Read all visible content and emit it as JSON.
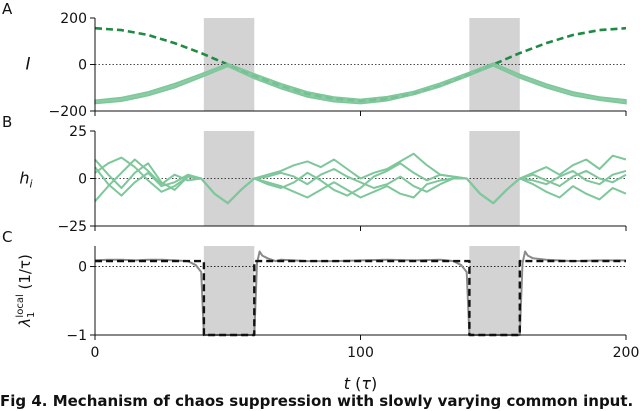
{
  "figure": {
    "caption": "Fig 4. Mechanism of chaos suppression with slowly varying common input."
  },
  "colors": {
    "common_input": "#1e8a44",
    "neurons": "#7ec79b",
    "shade": "#d3d3d3",
    "lyap_local": "#8a8a8a",
    "lyap_theory": "#111111"
  },
  "chart_data": [
    {
      "panel": "A",
      "type": "line",
      "ylabel": "I",
      "ylim": [
        -200,
        200
      ],
      "yticks": [
        -200,
        0,
        200
      ],
      "xlim": [
        0,
        200
      ],
      "zero_line": true,
      "shaded_intervals": [
        [
          41,
          60
        ],
        [
          141,
          160
        ]
      ],
      "series": [
        {
          "role": "common-input",
          "style": "dashed",
          "x": [
            0,
            10,
            20,
            30,
            40,
            50,
            60,
            70,
            80,
            90,
            100,
            110,
            120,
            130,
            140,
            150,
            160,
            170,
            180,
            190,
            200
          ],
          "y": [
            156,
            148,
            127,
            92,
            49,
            0,
            -49,
            -92,
            -127,
            -148,
            -156,
            -148,
            -127,
            -92,
            -49,
            0,
            49,
            92,
            127,
            148,
            156
          ]
        },
        {
          "role": "neuron-inputs",
          "style": "band",
          "x": [
            0,
            10,
            20,
            30,
            40,
            50,
            60,
            70,
            80,
            90,
            100,
            110,
            120,
            130,
            140,
            150,
            160,
            170,
            180,
            190,
            200
          ],
          "y_low": [
            -168,
            -158,
            -134,
            -100,
            -55,
            -8,
            -60,
            -104,
            -140,
            -160,
            -168,
            -156,
            -130,
            -96,
            -52,
            -6,
            -58,
            -100,
            -134,
            -154,
            -168
          ],
          "y_high": [
            -154,
            -142,
            -118,
            -82,
            -40,
            4,
            -40,
            -82,
            -118,
            -140,
            -150,
            -138,
            -116,
            -80,
            -38,
            6,
            -42,
            -84,
            -118,
            -140,
            -152
          ]
        }
      ]
    },
    {
      "panel": "B",
      "type": "line",
      "ylabel": "h_i",
      "ylim": [
        -25,
        25
      ],
      "yticks": [
        -25,
        0,
        25
      ],
      "xlim": [
        0,
        200
      ],
      "zero_line": true,
      "shaded_intervals": [
        [
          41,
          60
        ],
        [
          141,
          160
        ]
      ],
      "series": [
        {
          "x": [
            0,
            5,
            10,
            15,
            20,
            25,
            30,
            35,
            40,
            45,
            50,
            55,
            60,
            65,
            70,
            75,
            80,
            85,
            90,
            95,
            100,
            105,
            110,
            115,
            120,
            125,
            130,
            135,
            140,
            145,
            150,
            155,
            160,
            165,
            170,
            175,
            180,
            185,
            190,
            195,
            200
          ],
          "y": [
            10,
            2,
            -5,
            3,
            8,
            -2,
            -6,
            1,
            0,
            -8,
            -13,
            -6,
            0,
            2,
            4,
            7,
            9,
            6,
            10,
            5,
            0,
            3,
            5,
            9,
            13,
            7,
            2,
            1,
            0,
            -8,
            -13,
            -6,
            0,
            -1,
            -3,
            1,
            4,
            -1,
            -3,
            2,
            4
          ]
        },
        {
          "x": [
            0,
            5,
            10,
            15,
            20,
            25,
            30,
            35,
            40,
            45,
            50,
            55,
            60,
            65,
            70,
            75,
            80,
            85,
            90,
            95,
            100,
            105,
            110,
            115,
            120,
            125,
            130,
            135,
            140,
            145,
            150,
            155,
            160,
            165,
            170,
            175,
            180,
            185,
            190,
            195,
            200
          ],
          "y": [
            -12,
            -4,
            3,
            10,
            4,
            -3,
            2,
            -1,
            0,
            -8,
            -13,
            -6,
            0,
            -3,
            -5,
            -2,
            3,
            -1,
            -6,
            -9,
            -5,
            1,
            4,
            8,
            3,
            -1,
            2,
            1,
            0,
            -8,
            -13,
            -6,
            0,
            3,
            6,
            2,
            7,
            10,
            5,
            12,
            10
          ]
        },
        {
          "x": [
            0,
            5,
            10,
            15,
            20,
            25,
            30,
            35,
            40,
            45,
            50,
            55,
            60,
            65,
            70,
            75,
            80,
            85,
            90,
            95,
            100,
            105,
            110,
            115,
            120,
            125,
            130,
            135,
            140,
            145,
            150,
            155,
            160,
            165,
            170,
            175,
            180,
            185,
            190,
            195,
            200
          ],
          "y": [
            3,
            8,
            11,
            6,
            -1,
            -7,
            -4,
            1,
            0,
            -8,
            -13,
            -6,
            0,
            -2,
            -4,
            -7,
            -10,
            -6,
            -2,
            -6,
            -10,
            -7,
            -4,
            -8,
            -10,
            -3,
            -1,
            0,
            0,
            -8,
            -13,
            -6,
            0,
            -3,
            -7,
            -10,
            -4,
            -8,
            -11,
            -5,
            -8
          ]
        },
        {
          "x": [
            0,
            5,
            10,
            15,
            20,
            25,
            30,
            35,
            40,
            45,
            50,
            55,
            60,
            65,
            70,
            75,
            80,
            85,
            90,
            95,
            100,
            105,
            110,
            115,
            120,
            125,
            130,
            135,
            140,
            145,
            150,
            155,
            160,
            165,
            170,
            175,
            180,
            185,
            190,
            195,
            200
          ],
          "y": [
            6,
            -3,
            -9,
            -2,
            3,
            -4,
            -2,
            2,
            0,
            -8,
            -13,
            -6,
            0,
            1,
            3,
            1,
            -3,
            2,
            5,
            1,
            -2,
            -5,
            -3,
            1,
            -4,
            -7,
            -3,
            0,
            0,
            -8,
            -13,
            -6,
            0,
            2,
            -1,
            -4,
            1,
            4,
            0,
            -2,
            2
          ]
        }
      ]
    },
    {
      "panel": "C",
      "type": "line",
      "ylabel": "λ_1^local (1/τ)",
      "ylim": [
        -1.0,
        0.3
      ],
      "yticks": [
        -1,
        0
      ],
      "xlim": [
        0,
        200
      ],
      "xticks": [
        0,
        100,
        200
      ],
      "xlabel": "t (τ)",
      "zero_line": true,
      "shaded_intervals": [
        [
          41,
          60
        ],
        [
          141,
          160
        ]
      ],
      "series": [
        {
          "role": "local",
          "style": "solid",
          "x": [
            0,
            5,
            10,
            15,
            20,
            25,
            30,
            35,
            38,
            40,
            41,
            42,
            45,
            48,
            50,
            55,
            58,
            59,
            60,
            61,
            62,
            63,
            65,
            68,
            70,
            75,
            80,
            90,
            100,
            110,
            120,
            130,
            135,
            138,
            140,
            141,
            142,
            145,
            150,
            155,
            158,
            160,
            161,
            162,
            163,
            165,
            170,
            180,
            190,
            200
          ],
          "y": [
            0.09,
            0.1,
            0.1,
            0.09,
            0.1,
            0.1,
            0.09,
            0.08,
            0.02,
            -0.08,
            -1.0,
            -1.0,
            -1.0,
            -1.0,
            -1.0,
            -1.0,
            -1.0,
            -1.0,
            -1.0,
            0.05,
            0.22,
            0.16,
            0.12,
            0.08,
            0.1,
            0.09,
            0.08,
            0.08,
            0.09,
            0.1,
            0.09,
            0.1,
            0.08,
            0.02,
            -0.08,
            -1.0,
            -1.0,
            -1.0,
            -1.0,
            -1.0,
            -1.0,
            -1.0,
            0.05,
            0.22,
            0.16,
            0.12,
            0.1,
            0.08,
            0.09,
            0.09
          ]
        },
        {
          "role": "theory",
          "style": "dashed",
          "x": [
            0,
            41,
            41,
            60,
            60,
            141,
            141,
            160,
            160,
            200
          ],
          "y": [
            0.08,
            0.08,
            -1.0,
            -1.0,
            0.08,
            0.08,
            -1.0,
            -1.0,
            0.08,
            0.08
          ]
        }
      ]
    }
  ]
}
